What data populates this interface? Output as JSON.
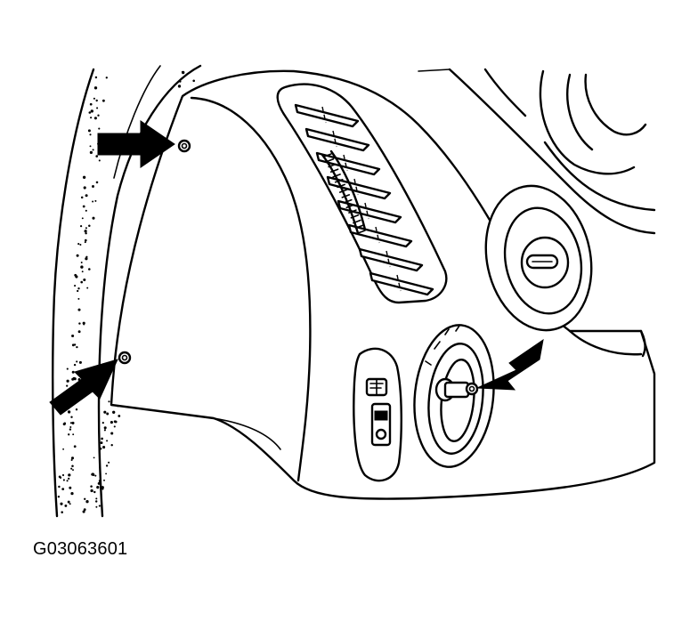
{
  "figure": {
    "id_label": "G03063601"
  },
  "colors": {
    "line": "#000000",
    "background": "#ffffff"
  },
  "callouts": [
    {
      "name": "fastener-upper-left",
      "points_to": "screw"
    },
    {
      "name": "fastener-lower-left",
      "points_to": "screw"
    },
    {
      "name": "fastener-right",
      "points_to": "screw"
    }
  ]
}
